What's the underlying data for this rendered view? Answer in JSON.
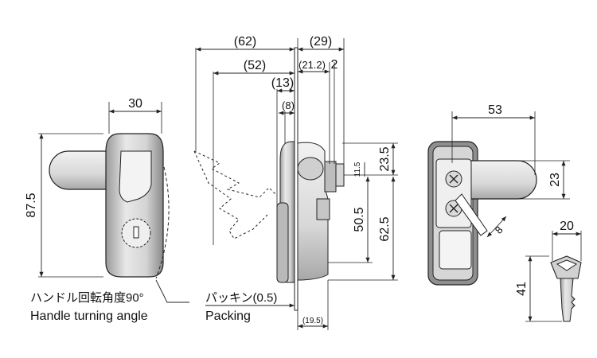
{
  "front_view": {
    "width": "30",
    "height": "87.5",
    "caption_jp": "ハンドル回転角度90°",
    "caption_en": "Handle turning angle"
  },
  "side_view": {
    "dim_62": "(62)",
    "dim_52": "(52)",
    "dim_13": "(13)",
    "dim_8": "(8)",
    "dim_29": "(29)",
    "dim_21_2": "(21.2)",
    "dim_2": "2",
    "dim_23_5": "23.5",
    "dim_11_5": "11.5",
    "dim_50_5": "50.5",
    "dim_62_5": "62.5",
    "dim_19_5": "(19.5)",
    "caption_jp": "パッキン(0.5)",
    "caption_en": "Packing"
  },
  "back_view": {
    "width": "53",
    "height": "23",
    "slot": "8"
  },
  "key_view": {
    "width": "20",
    "height": "41"
  },
  "colors": {
    "line": "#222222",
    "part_fill": "#e6e6e6",
    "part_dark": "#b4b4b4",
    "part_shadow": "#8c8c8c"
  }
}
